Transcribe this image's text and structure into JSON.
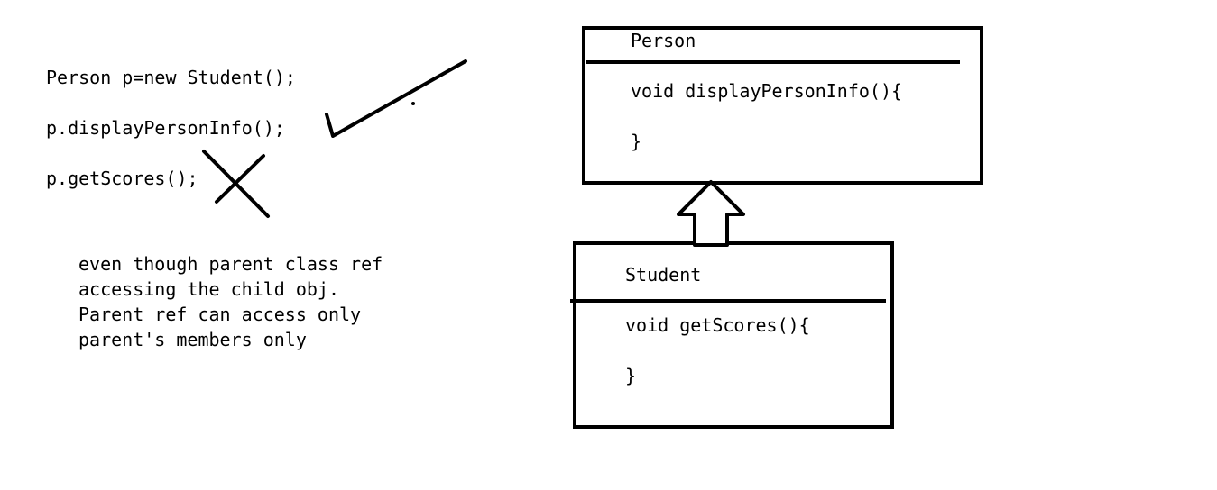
{
  "code": {
    "line1": "Person p=new Student();",
    "line2": "p.displayPersonInfo();",
    "line3": "p.getScores();"
  },
  "note": {
    "lines": [
      "even though parent class ref",
      "accessing the child obj.",
      "Parent ref can access only",
      "parent's members only"
    ]
  },
  "classes": {
    "person": {
      "name": "Person",
      "method": "void displayPersonInfo(){",
      "close": "}"
    },
    "student": {
      "name": "Student",
      "method": "void getScores(){",
      "close": "}"
    }
  },
  "marks": {
    "check": "check-mark-icon",
    "cross": "cross-mark-icon",
    "inheritance_arrow": "inheritance-arrow-icon"
  }
}
